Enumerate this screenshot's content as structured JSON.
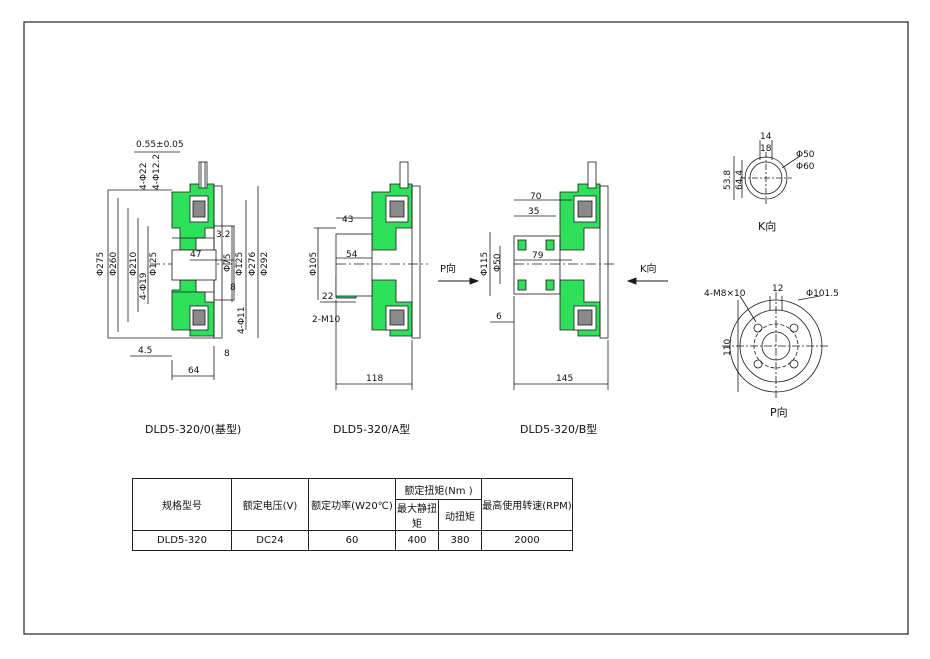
{
  "views": {
    "base": {
      "caption": "DLD5-320/0(基型)",
      "dims": {
        "clearance": "0.55±0.05",
        "holes_a": "4-Φ22",
        "holes_b": "4-Φ12.2",
        "d275": "Φ275",
        "d260": "Φ260",
        "d210": "Φ210",
        "holes_c": "4-Φ19",
        "d125": "Φ125",
        "d75": "Φ75",
        "d125b": "Φ125",
        "d276": "Φ276",
        "d292": "Φ292",
        "holes_d": "4-Φ11",
        "gap": "3.2",
        "width47": "47",
        "eight_a": "8",
        "eight_b": "8",
        "offset": "4.5",
        "width64": "64"
      }
    },
    "a_type": {
      "caption": "DLD5-320/A型",
      "dims": {
        "d43": "43",
        "d105": "Φ105",
        "d54": "54",
        "d22": "22",
        "thread": "2-M10",
        "d118": "118"
      }
    },
    "b_type": {
      "caption": "DLD5-320/B型",
      "dims": {
        "d70": "70",
        "d35": "35",
        "d115": "Φ115",
        "d50": "Φ50",
        "d79": "79",
        "d6": "6",
        "d145": "145"
      }
    },
    "arrows": {
      "p": "P向",
      "k": "K向"
    },
    "k_view": {
      "caption": "K向",
      "dims": {
        "d14": "14",
        "d18": "18",
        "d538": "53.8",
        "d644": "64.4",
        "d50": "Φ50",
        "d60": "Φ60"
      }
    },
    "p_view": {
      "caption": "P向",
      "dims": {
        "holes": "4-M8×10",
        "d12": "12",
        "d1015": "Φ101.5",
        "d110": "110"
      }
    }
  },
  "spec_table": {
    "headers": {
      "model": "规格型号",
      "voltage": "额定电压(V)",
      "power": "额定功率(W20℃)",
      "torque_group": "额定扭矩(Nm )",
      "static_torque": "最大静扭矩",
      "dynamic_torque": "动扭矩",
      "speed": "最高使用转速(RPM)"
    },
    "row": {
      "model": "DLD5-320",
      "voltage": "DC24",
      "power": "60",
      "static_torque": "400",
      "dynamic_torque": "380",
      "speed": "2000"
    }
  },
  "colors": {
    "green": "#2fe05a",
    "line": "#1a1a1a"
  }
}
